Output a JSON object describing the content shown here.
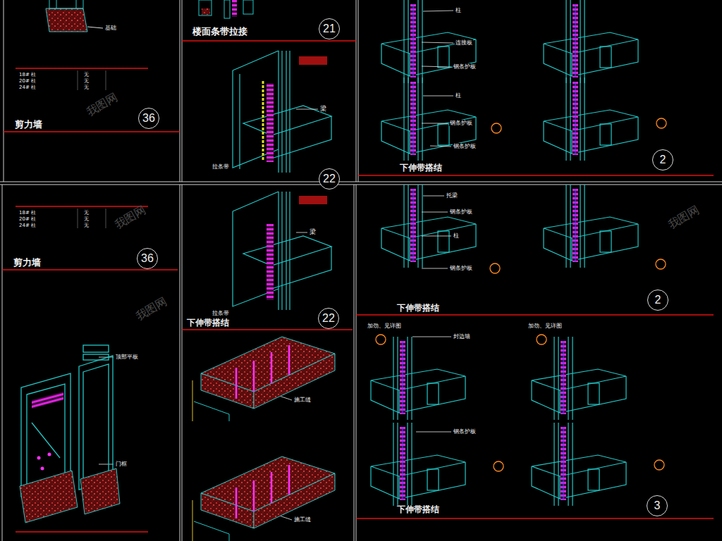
{
  "diagram": {
    "nodes": [
      {
        "text": [
          "36"
        ]
      },
      {
        "text": [
          "21"
        ]
      },
      {
        "text": [
          "22"
        ]
      },
      {
        "text": [
          "2"
        ]
      },
      {
        "text": [
          "36"
        ]
      },
      {
        "text": [
          "22"
        ]
      },
      {
        "text": [
          "2"
        ]
      },
      {
        "text": [
          "3"
        ]
      }
    ],
    "labels": [
      "剪力墙",
      "剪力墙",
      "楼面条带拉接",
      "下伸带搭结",
      "下伸带搭结",
      "下伸带搭结",
      "下伸带搭结",
      "基础",
      "柱",
      "连接板",
      "钢条护板",
      "柱",
      "钢条护板",
      "钢条护板",
      "梁",
      "梁",
      "拉条带",
      "拉条带",
      "托梁",
      "钢条护板",
      "柱",
      "钢条护板",
      "加劲、见详图",
      "加劲、见详图",
      "封边墙",
      "钢条护板",
      "顶部平板",
      "门框",
      "施工缝",
      "施工缝",
      "我图网",
      "我图网",
      "我图网",
      "我图网",
      "18# 柱",
      "无",
      "20# 柱",
      "无",
      "24# 柱",
      "无",
      "18# 柱",
      "无",
      "20# 柱",
      "无",
      "24# 柱",
      "无"
    ]
  }
}
